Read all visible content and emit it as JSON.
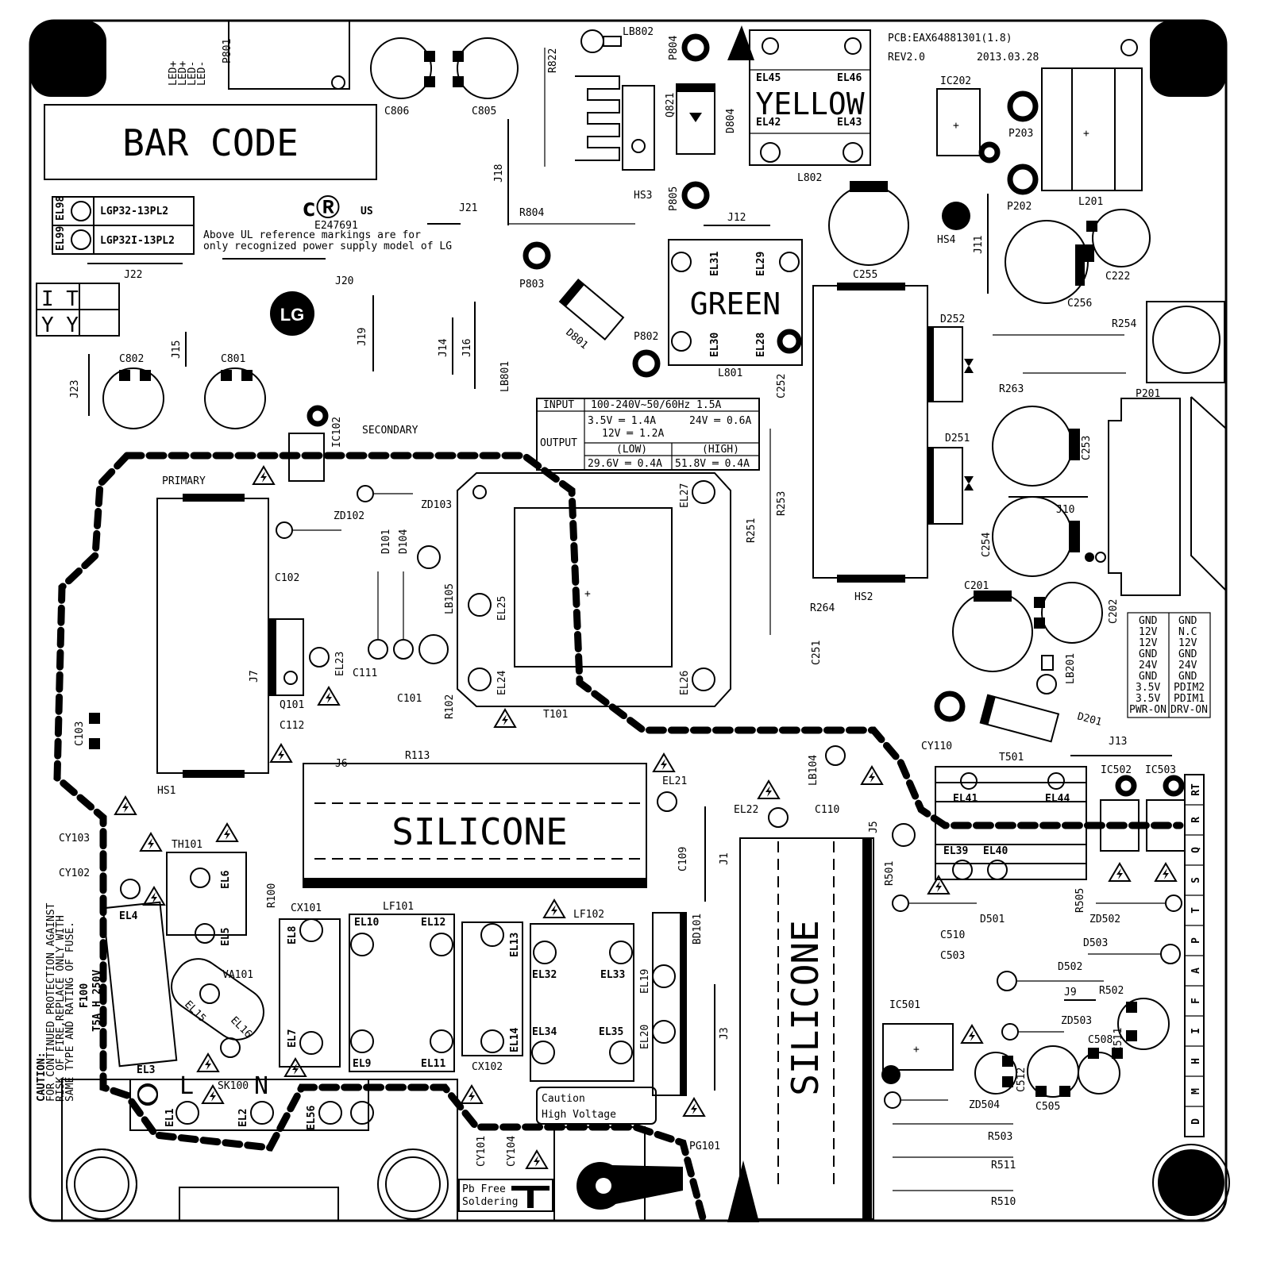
{
  "pcb": {
    "id": "PCB:EAX64881301(1.8)",
    "rev": "REV2.0",
    "date": "2013.03.28"
  },
  "bar_code": "BAR CODE",
  "model_labels": [
    {
      "pad": "EL98",
      "text": "LGP32-13PL2"
    },
    {
      "pad": "EL99",
      "text": "LGP32I-13PL2"
    }
  ],
  "ul": {
    "mark": "US",
    "number": "E247691",
    "note1": "Above UL reference markings are for",
    "note2": "only recognized power supply model of LG"
  },
  "it_box": [
    "I T",
    "Y Y"
  ],
  "zones": {
    "secondary": "SECONDARY",
    "primary": "PRIMARY"
  },
  "silicone": "SILICONE",
  "tape_yellow": "YELLOW",
  "tape_green": "GREEN",
  "rating": {
    "input_label": "INPUT",
    "input_value": "100-240V~50/60Hz 1.5A",
    "output_label": "OUTPUT",
    "o1": "3.5V ═ 1.4A",
    "o2": "24V ═ 0.6A",
    "o3": "12V ═ 1.2A",
    "low": "(LOW)",
    "high": "(HIGH)",
    "o4": "29.6V ═ 0.4A",
    "o5": "51.8V ═ 0.4A"
  },
  "pinout": [
    [
      "GND",
      "GND"
    ],
    [
      "12V",
      "N.C"
    ],
    [
      "12V",
      "12V"
    ],
    [
      "GND",
      "GND"
    ],
    [
      "24V",
      "24V"
    ],
    [
      "GND",
      "GND"
    ],
    [
      "3.5V",
      "PDIM2"
    ],
    [
      "3.5V",
      "PDIM1"
    ],
    [
      "PWR-ON",
      "DRV-ON"
    ]
  ],
  "side_letters": [
    "RT",
    "R",
    "Q",
    "S",
    "T",
    "P",
    "A",
    "F",
    "I",
    "H",
    "M",
    "D"
  ],
  "caution_side": [
    "CAUTION:",
    "FOR CONTINUED PROTECTION AGAINST",
    "RISK OF FIRE,REPLACE ONLY WITH",
    "SAME TYPE AND RATING OF FUSE."
  ],
  "fuse": {
    "ref": "F100",
    "rating": "T5A H 250V"
  },
  "caution_hv": [
    "Caution",
    "High Voltage"
  ],
  "pb_free": [
    "Pb Free",
    "Soldering"
  ],
  "led_labels": [
    "LED+",
    "LED+",
    "LED-",
    "LED-"
  ],
  "refs": {
    "P801": "P801",
    "C806": "C806",
    "C805": "C805",
    "R822": "R822",
    "LB802": "LB802",
    "P804": "P804",
    "Q821": "Q821",
    "D804": "D804",
    "HS3": "HS3",
    "P805": "P805",
    "J18": "J18",
    "R804": "R804",
    "J21": "J21",
    "J22": "J22",
    "J20": "J20",
    "P803": "P803",
    "D801": "D801",
    "P802": "P802",
    "L802": "L802",
    "EL45": "EL45",
    "EL46": "EL46",
    "EL42": "EL42",
    "EL43": "EL43",
    "IC202": "IC202",
    "P203": "P203",
    "P202": "P202",
    "L201": "L201",
    "HS4": "HS4",
    "J11": "J11",
    "C255": "C255",
    "C222": "C222",
    "C256": "C256",
    "R254": "R254",
    "J12": "J12",
    "EL31": "EL31",
    "EL29": "EL29",
    "EL30": "EL30",
    "EL28": "EL28",
    "L801": "L801",
    "C252": "C252",
    "D252": "D252",
    "R263": "R263",
    "P201": "P201",
    "D251": "D251",
    "C253": "C253",
    "J10": "J10",
    "C254": "C254",
    "C201": "C201",
    "C202": "C202",
    "LB201": "LB201",
    "D201": "D201",
    "J13": "J13",
    "R264": "R264",
    "HS2": "HS2",
    "C251": "C251",
    "R253": "R253",
    "R251": "R251",
    "J19": "J19",
    "J14": "J14",
    "J16": "J16",
    "LB801": "LB801",
    "J15": "J15",
    "J23": "J23",
    "C802": "C802",
    "C801": "C801",
    "IC102": "IC102",
    "ZD103": "ZD103",
    "ZD102": "ZD102",
    "D101": "D101",
    "D104": "D104",
    "LB105": "LB105",
    "C102": "C102",
    "EL27": "EL27",
    "EL25": "EL25",
    "EL24": "EL24",
    "EL26": "EL26",
    "T101": "T101",
    "R102": "R102",
    "C111": "C111",
    "C101": "C101",
    "C112": "C112",
    "EL23": "EL23",
    "J7": "J7",
    "Q101": "Q101",
    "C103": "C103",
    "HS1": "HS1",
    "J6": "J6",
    "R113": "R113",
    "EL21": "EL21",
    "C109": "C109",
    "CY103": "CY103",
    "CY102": "CY102",
    "TH101": "TH101",
    "EL6": "EL6",
    "EL5": "EL5",
    "EL4": "EL4",
    "R100": "R100",
    "CX101": "CX101",
    "EL8": "EL8",
    "EL7": "EL7",
    "LF101": "LF101",
    "EL10": "EL10",
    "EL12": "EL12",
    "EL9": "EL9",
    "EL11": "EL11",
    "EL13": "EL13",
    "EL14": "EL14",
    "CX102": "CX102",
    "LF102": "LF102",
    "EL32": "EL32",
    "EL33": "EL33",
    "EL34": "EL34",
    "EL35": "EL35",
    "EL19": "EL19",
    "EL20": "EL20",
    "BD101": "BD101",
    "J3": "J3",
    "J1": "J1",
    "EL22": "EL22",
    "C110": "C110",
    "J5": "J5",
    "LB104": "LB104",
    "CY110": "CY110",
    "T501": "T501",
    "EL41": "EL41",
    "EL44": "EL44",
    "EL39": "EL39",
    "EL40": "EL40",
    "IC502": "IC502",
    "IC503": "IC503",
    "R501": "R501",
    "D501": "D501",
    "C510": "C510",
    "C503": "C503",
    "R505": "R505",
    "ZD502": "ZD502",
    "D503": "D503",
    "D502": "D502",
    "IC501": "IC501",
    "J9": "J9",
    "R502": "R502",
    "ZD503": "ZD503",
    "C511": "C511",
    "C508": "C508",
    "C512": "C512",
    "ZD504": "ZD504",
    "C505": "C505",
    "R503": "R503",
    "R511": "R511",
    "R510": "R510",
    "EL3": "EL3",
    "EL1": "EL1",
    "EL2": "EL2",
    "SK100": "SK100",
    "EL56": "EL56",
    "VA101": "VA101",
    "EL15": "EL15",
    "EL16": "EL16",
    "CY101": "CY101",
    "CY104": "CY104",
    "PG101": "PG101",
    "L": "L",
    "N": "N"
  }
}
